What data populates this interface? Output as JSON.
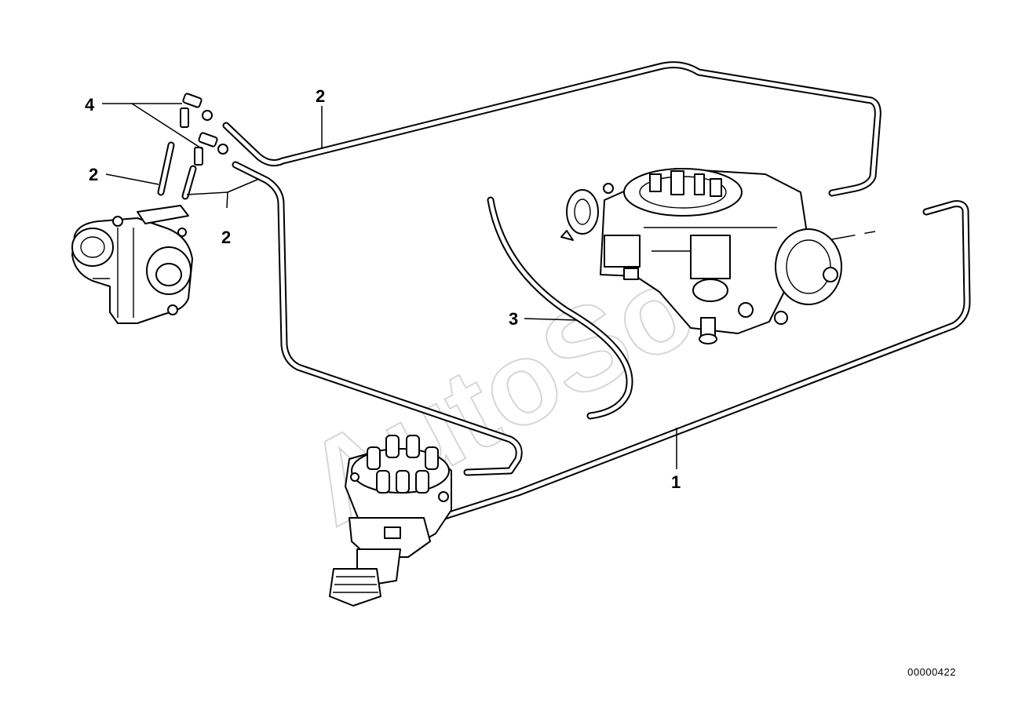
{
  "diagram": {
    "watermark": "AutoSoft",
    "doc_number": "00000422",
    "callouts": [
      {
        "id": "callout-4",
        "label": "4"
      },
      {
        "id": "callout-2-top",
        "label": "2"
      },
      {
        "id": "callout-2-left",
        "label": "2"
      },
      {
        "id": "callout-2-mid",
        "label": "2"
      },
      {
        "id": "callout-3",
        "label": "3"
      },
      {
        "id": "callout-1",
        "label": "1"
      }
    ]
  }
}
